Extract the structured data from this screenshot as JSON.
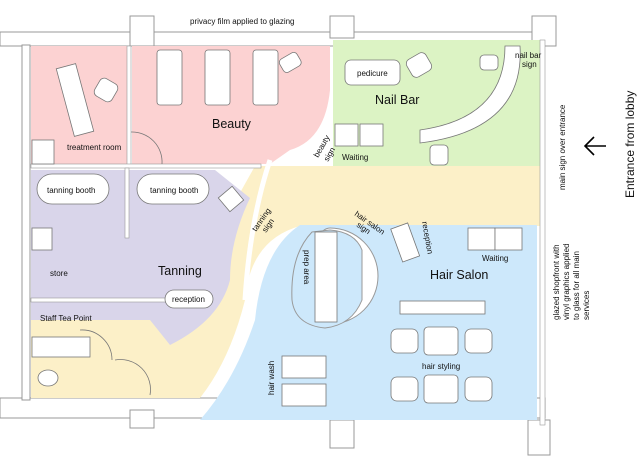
{
  "plan": {
    "top_note": "privacy film applied to glazing",
    "entrance": "Entrance from lobby",
    "main_sign": "main sign over entrance",
    "glazing_note": [
      "glazed shopfront with",
      "vinyl graphics applied",
      "to glass for all main",
      "services"
    ],
    "colors": {
      "beauty": "#fcd2d2",
      "nail": "#dcf3c4",
      "corridor": "#fcf0c8",
      "tanning": "#d9d5ea",
      "salon": "#cde8fb"
    }
  },
  "rooms": {
    "beauty": "Beauty",
    "treatment_room": "treatment room",
    "nail_bar": "Nail Bar",
    "pedicure": "pedicure",
    "nail_bar_sign": [
      "nail bar",
      "sign"
    ],
    "waiting_nail": "Waiting",
    "beauty_sign": [
      "beauty",
      "sign"
    ],
    "tanning_booth_1": "tanning booth",
    "tanning_booth_2": "tanning booth",
    "tanning": "Tanning",
    "store": "store",
    "tanning_reception": "reception",
    "tanning_sign": [
      "tanning",
      "sign"
    ],
    "staff_tea": "Staff Tea Point",
    "hair_salon": "Hair Salon",
    "hair_salon_sign": [
      "hair salon",
      "sign"
    ],
    "salon_reception": "reception",
    "waiting_salon": "Waiting",
    "prep_area": "prep area",
    "hair_wash": "hair wash",
    "hair_styling": "hair styling"
  }
}
